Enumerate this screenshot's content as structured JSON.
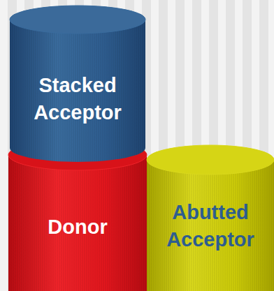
{
  "diagram": {
    "nodes": [
      {
        "text": [
          "Stacked Acceptor"
        ]
      },
      {
        "text": [
          "Donor"
        ]
      },
      {
        "text": [
          "Abutted Acceptor"
        ]
      }
    ]
  }
}
